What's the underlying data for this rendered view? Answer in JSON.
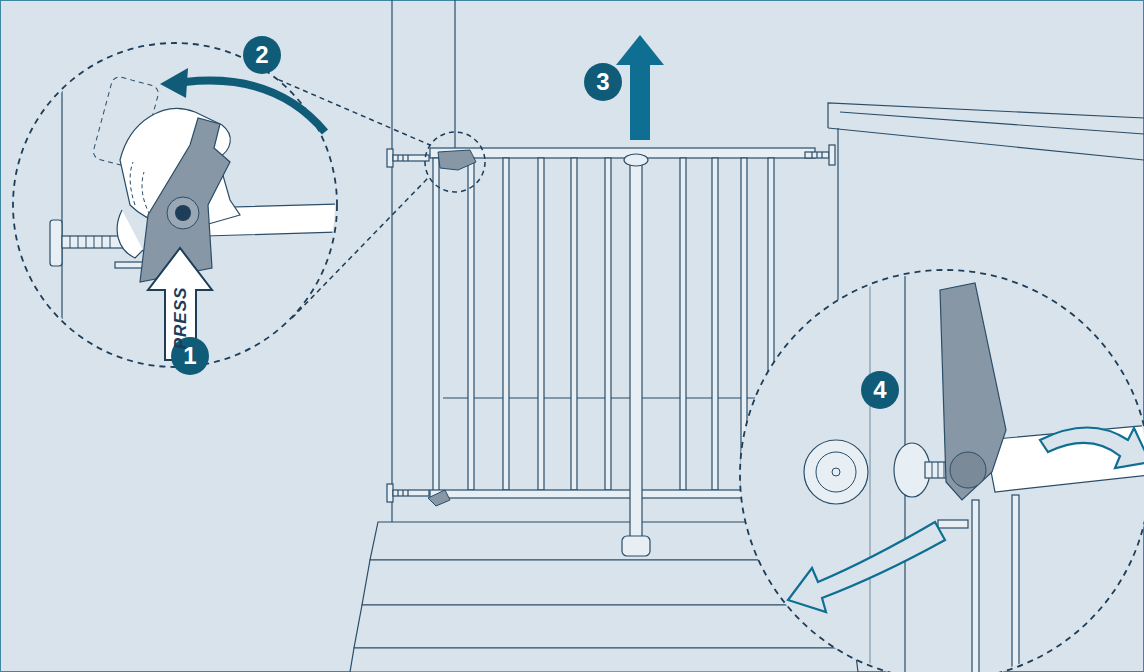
{
  "diagram": {
    "labels": [
      "2",
      "3",
      "PRESS",
      "1",
      "4"
    ]
  }
}
